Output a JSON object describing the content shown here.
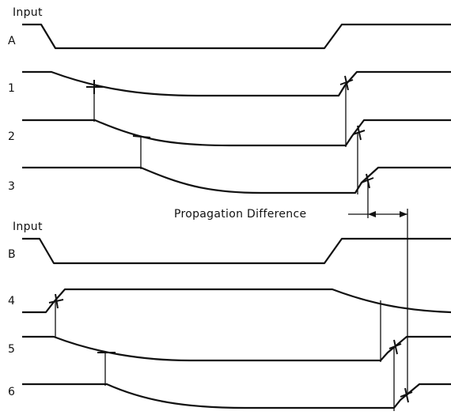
{
  "labels": {
    "input_a_title": "Input",
    "input_a_letter": "A",
    "trace_1": "1",
    "trace_2": "2",
    "trace_3": "3",
    "propagation_difference": "Propagation Difference",
    "input_b_title": "Input",
    "input_b_letter": "B",
    "trace_4": "4",
    "trace_5": "5",
    "trace_6": "6"
  }
}
